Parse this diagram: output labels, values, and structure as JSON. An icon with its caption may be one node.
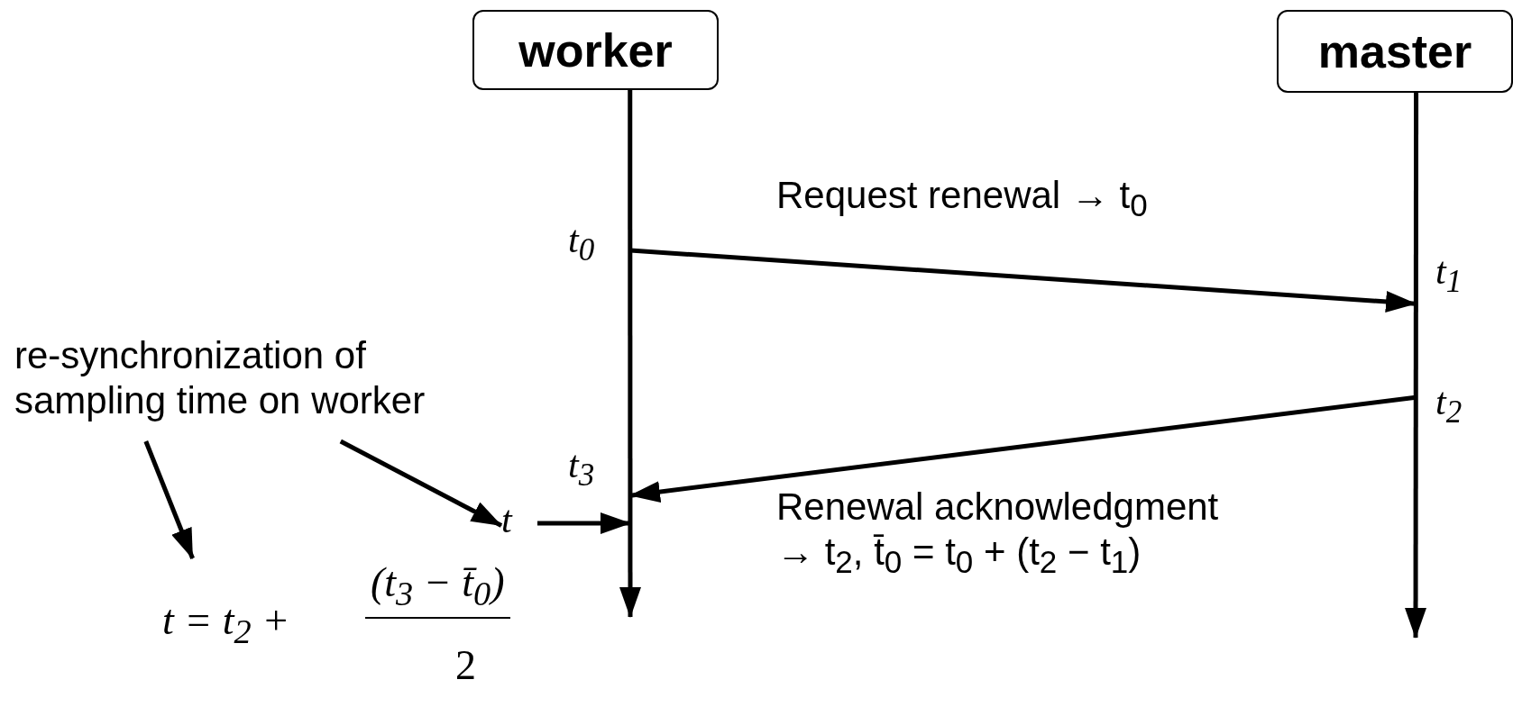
{
  "diagram": {
    "nodes": [
      {
        "text": [
          "worker"
        ]
      },
      {
        "text": [
          "master"
        ]
      },
      {
        "text": [
          "t$_{0}$"
        ]
      },
      {
        "text": [
          "t$_{1}$"
        ]
      },
      {
        "text": [
          "re-synchronization of sampling time on worker"
        ]
      },
      {
        "text": [
          "t$_{2}$"
        ]
      },
      {
        "text": [
          "t$_{3}$"
        ]
      },
      {
        "text": [
          "t"
        ]
      },
      {
        "text": [
          "t = t$_{2}$ +",
          "(t$_{3}$ − t̄$_{0}$)",
          "2"
        ]
      }
    ],
    "edges": [
      {
        "from": 0,
        "to": null,
        "arrow": "to"
      },
      {
        "from": 1,
        "to": null,
        "arrow": "to"
      },
      {
        "from": 2,
        "to": 3,
        "arrow": "to",
        "label": "Request renewal → t$_{0}$"
      },
      {
        "from": 5,
        "to": 6,
        "arrow": "to",
        "label": "Renewal acknowledgment → t$_{2}$, t̄$_{0}$ = t$_{0}$ + (t$_{2}$ − t$_{1}$)"
      },
      {
        "from": 4,
        "to": 7,
        "arrow": "to"
      },
      {
        "from": 4,
        "to": 8,
        "arrow": "to"
      },
      {
        "from": 7,
        "to": 6,
        "arrow": "to"
      }
    ]
  }
}
